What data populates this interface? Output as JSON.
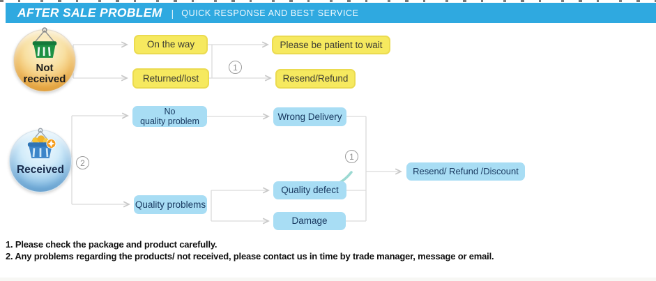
{
  "header": {
    "title": "AFTER SALE PROBLEM",
    "divider": "|",
    "subtitle": "QUICK RESPONSE AND BEST SERVICE"
  },
  "sources": {
    "not_received": {
      "label": "Not\nreceived"
    },
    "received": {
      "label": "Received"
    }
  },
  "nodes": {
    "on_the_way": "On the way",
    "returned_lost": "Returned/lost",
    "please_wait": "Please be patient to wait",
    "resend_refund": "Resend/Refund",
    "no_quality_problem": "No\nquality problem",
    "wrong_delivery": "Wrong Delivery",
    "quality_problems": "Quality problems",
    "quality_defect": "Quality defect",
    "damage": "Damage",
    "resend_refund_discount": "Resend/ Refund /Discount"
  },
  "badges": {
    "step1": "1",
    "step2": "2"
  },
  "notes": {
    "line1": "1. Please check the package and product carefully.",
    "line2": "2. Any problems regarding the products/ not received, please contact us in time by trade manager, message or email."
  },
  "colors": {
    "header_bar": "#2FA9E0",
    "yellow_fill": "#F6E95F",
    "yellow_border": "#EBDB50",
    "blue_fill": "#A8DDF4",
    "blue_text": "#17375E",
    "connector_line": "#DADADA"
  }
}
